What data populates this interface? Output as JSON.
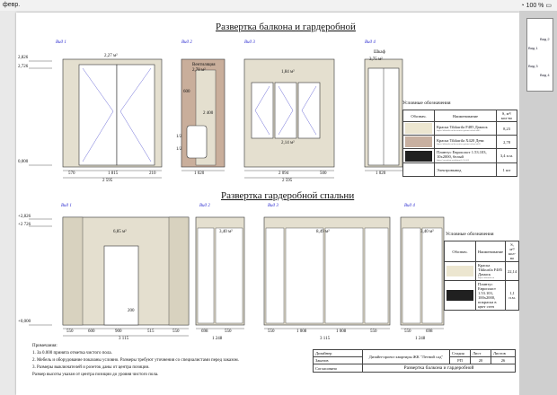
{
  "status": {
    "time": "февр.",
    "battery": "100 %"
  },
  "titles": {
    "balcony": "Развертка балкона и гардеробной",
    "wardrobe": "Развертка гардеробной спальни"
  },
  "views_top": {
    "v1": "Вид 1",
    "v2": "Вид 2",
    "v3": "Вид 3",
    "v4": "Вид 4"
  },
  "views_bottom": {
    "v1": "Вид 1",
    "v2": "Вид 2",
    "v3": "Вид 3",
    "v4": "Вид 4"
  },
  "top_dims": {
    "level1": "2,826",
    "level2": "2,726",
    "level0": "0,000",
    "area1": "2,27 м²",
    "area2": "2,78 м²",
    "area3a": "1,84 м²",
    "area3b": "2,14 м²",
    "area4": "3,75 м²",
    "ventilation": "Вентиляция",
    "shkaf": "Шкаф",
    "w1": "570",
    "w2": "1 815",
    "w3": "210",
    "wtot1": "2 595",
    "w2v": "1 020",
    "h600": "600",
    "h2400": "2 400",
    "h1_2a": "1/2",
    "h1_2b": "1/2",
    "w3a": "2 094",
    "w3b": "500",
    "wtot3": "2 595",
    "w4": "1 020"
  },
  "bottom_dims": {
    "level1": "+2,826",
    "level2": "+2 726",
    "level0": "+0,000",
    "area1": "6,85 м²",
    "area2": "3,40 м²",
    "area3": "8,49 м²",
    "area4": "3,40 м²",
    "h200": "200",
    "b1": [
      "550",
      "600",
      "900",
      "515",
      "550"
    ],
    "btot1": "3 115",
    "b2": [
      "698",
      "550"
    ],
    "btot2": "1 248",
    "b3": [
      "550",
      "1 008",
      "1 008",
      "550"
    ],
    "btot3": "3 115",
    "b4": [
      "550",
      "698"
    ],
    "btot4": "1 248"
  },
  "legend_top": {
    "title": "Условные обозначения",
    "headers": [
      "Обознач.",
      "Наименование",
      "S, м²/ кол-во"
    ],
    "rows": [
      {
        "color": "#ece6d0",
        "name": "Краска Tikkurila F485 Дамаск",
        "small": "https://tikkurila.ru/decorative-paints/colour/f485",
        "value": "8,23"
      },
      {
        "color": "#c8b0a0",
        "name": "Краска Tikkurila X420 Дева",
        "small": "https://tikkurila.ru/decorative-paints/colour/x420",
        "value": "2,78"
      },
      {
        "color": "#202020",
        "name": "Плинтус Европласт 1.53.103, 10х2000, белый",
        "small": "https://europlast.ru/plintus/1-53-103",
        "value": "3,4 п.м."
      },
      {
        "color": "#ffffff",
        "name": "Электровывод",
        "small": "",
        "value": "1 шт"
      }
    ]
  },
  "legend_bottom": {
    "title": "Условные обозначения",
    "headers": [
      "Обознач.",
      "Наименование",
      "S, м²/ кол-во"
    ],
    "rows": [
      {
        "color": "#ece6d0",
        "name": "Краска Tikkurila F485 Дамаск",
        "small": "https://tikkurila.ru",
        "value": "22,14"
      },
      {
        "color": "#202020",
        "name": "Плинтус Европласт 1.53.103, 100х2000, покраска в цвет стен",
        "small": "",
        "value": "1,1 п.м."
      }
    ]
  },
  "notes": {
    "title": "Примечания:",
    "lines": [
      "1. За 0.000 принята отметка чистого пола.",
      "2. Мебель и оборудование показаны условно. Размеры требуют уточнения со специалистами перед заказом.",
      "3. Размеры выключателей и розеток даны от центра позиции.",
      "Размер высоты указан от центра позиции до уровня чистого пола."
    ]
  },
  "stamp": {
    "designer": "Дизайнер",
    "checked": "Закатов",
    "agreed": "Согласовано",
    "project": "Дизайн-проект квартиры ЖК \"Летний сад\"",
    "stage_h": "Стадия",
    "sheet_h": "Лист",
    "sheets_h": "Листов",
    "stage": "РП",
    "sheet": "20",
    "sheets": "26",
    "title": "Развертка балкона и гардеробной"
  },
  "side_plan": {
    "v1": "Вид 1",
    "v2": "Вид 2",
    "v3": "Вид 3",
    "v4": "Вид 4"
  }
}
